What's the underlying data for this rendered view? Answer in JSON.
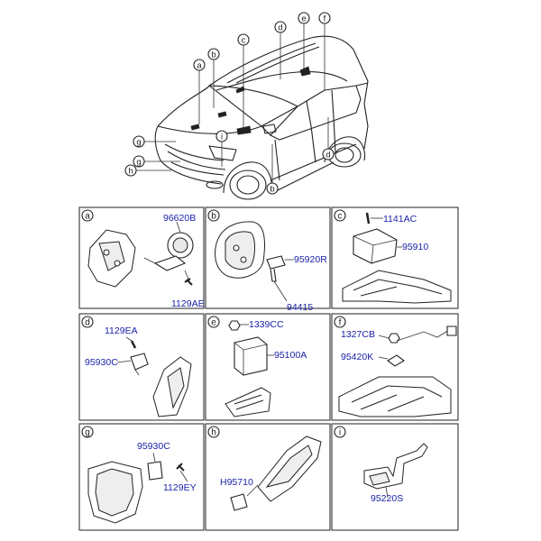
{
  "overview": {
    "callouts": [
      "a",
      "b",
      "c",
      "d",
      "e",
      "f",
      "g",
      "g",
      "h",
      "i",
      "b",
      "d"
    ]
  },
  "panels": [
    {
      "letter": "a",
      "parts": [
        "96620B",
        "1129AE"
      ]
    },
    {
      "letter": "b",
      "parts": [
        "95920R",
        "94415"
      ]
    },
    {
      "letter": "c",
      "parts": [
        "1141AC",
        "95910"
      ]
    },
    {
      "letter": "d",
      "parts": [
        "1129EA",
        "95930C"
      ]
    },
    {
      "letter": "e",
      "parts": [
        "1339CC",
        "95100A"
      ]
    },
    {
      "letter": "f",
      "parts": [
        "1327CB",
        "95420K"
      ]
    },
    {
      "letter": "g",
      "parts": [
        "95930C",
        "1129EY"
      ]
    },
    {
      "letter": "h",
      "parts": [
        "H95710"
      ]
    },
    {
      "letter": "i",
      "parts": [
        "95220S"
      ]
    }
  ]
}
